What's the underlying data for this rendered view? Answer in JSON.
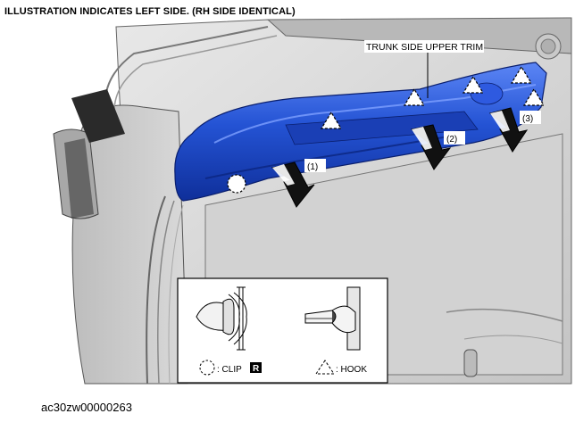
{
  "header": {
    "caption": "ILLUSTRATION INDICATES LEFT SIDE. (RH SIDE IDENTICAL)"
  },
  "callouts": {
    "part_label": "TRUNK SIDE UPPER TRIM",
    "step_1": "(1)",
    "step_2": "(2)",
    "step_3": "(3)"
  },
  "legend": {
    "clip_label": ": CLIP",
    "clip_badge": "R",
    "hook_label": ": HOOK"
  },
  "footer": {
    "figure_id": "ac30zw00000263"
  },
  "colors": {
    "trim_blue": "#1f47c8",
    "trim_highlight": "#4f77f0",
    "body_gray": "#cfcfcf",
    "body_dark": "#8a8a8a",
    "arrow_black": "#111111"
  }
}
